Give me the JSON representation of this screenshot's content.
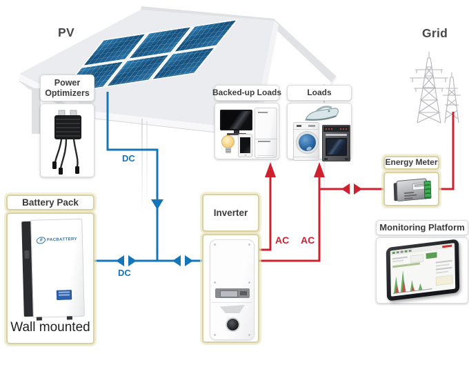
{
  "labels": {
    "pv": "PV",
    "grid": "Grid"
  },
  "wires": {
    "dc": {
      "label": "DC",
      "color": "#1476b9"
    },
    "ac": {
      "label": "AC",
      "color": "#cd2130"
    }
  },
  "boxes": {
    "power_optimizers": {
      "label": "Power Optimizers",
      "icon": "power-optimizer-icon"
    },
    "battery_pack": {
      "label": "Battery Pack",
      "brand": "PACBATTERY",
      "caption": "Wall mounted",
      "icon": "wall-battery-icon"
    },
    "inverter": {
      "label": "Inverter",
      "icon": "inverter-icon"
    },
    "backed_up_loads": {
      "label": "Backed-up Loads",
      "icons": [
        "tv-icon",
        "refrigerator-icon",
        "light-bulb-icon",
        "smartphone-icon"
      ]
    },
    "loads": {
      "label": "Loads",
      "icons": [
        "iron-icon",
        "washing-machine-icon",
        "oven-icon"
      ]
    },
    "energy_meter": {
      "label": "Energy Meter",
      "icon": "energy-meter-icon"
    },
    "monitoring_platform": {
      "label": "Monitoring Platform",
      "icon": "tablet-dashboard-icon"
    }
  },
  "scene_icons": [
    "solar-array-icon",
    "house-icon",
    "transmission-tower-icon"
  ]
}
